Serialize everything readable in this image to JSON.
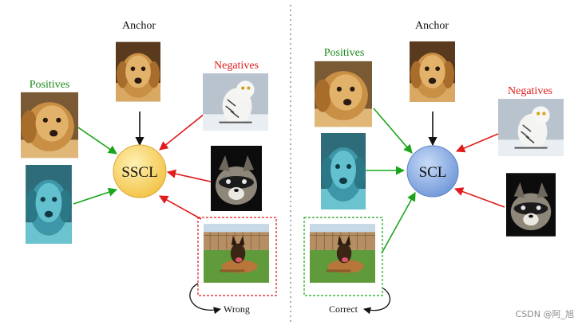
{
  "left": {
    "anchor_label": "Anchor",
    "positives_label": "Positives",
    "negatives_label": "Negatives",
    "center_label": "SSCL",
    "outcome_label": "Wrong"
  },
  "right": {
    "anchor_label": "Anchor",
    "positives_label": "Positives",
    "negatives_label": "Negatives",
    "center_label": "SCL",
    "outcome_label": "Correct"
  },
  "colors": {
    "positive": "#1aa51a",
    "negative": "#e01c1c",
    "anchor_arrow": "#111111",
    "sscl_fill": "#f6d36a",
    "scl_fill": "#8fb2e6",
    "wrong_box": "#e01c1c",
    "correct_box": "#1aa51a",
    "divider": "#777777"
  },
  "images": {
    "golden_dog": "golden-retriever-photo",
    "blue_dog": "blue-tinted-dog-photo",
    "owl": "snowy-owl-photo",
    "raccoon": "raccoon-photo",
    "shepherd": "german-shepherd-photo"
  },
  "watermark": "CSDN @阿_旭"
}
